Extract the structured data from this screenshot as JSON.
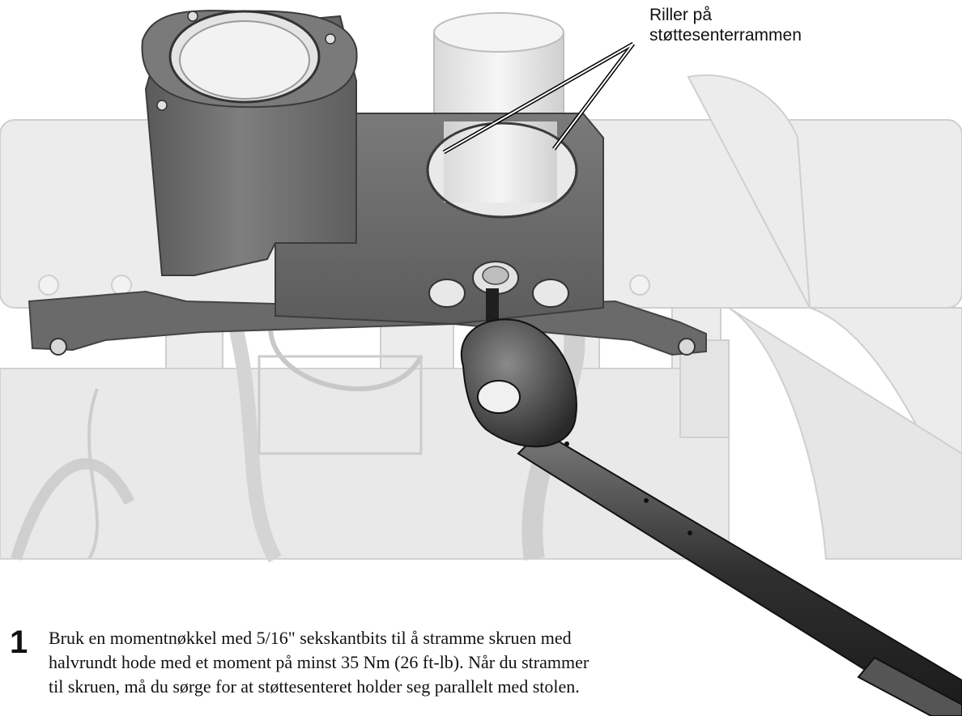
{
  "callout": {
    "line1": "Riller på",
    "line2": "støttesenterrammen"
  },
  "step": {
    "number": "1",
    "lines": [
      "Bruk en momentnøkkel med 5/16\" sekskantbits til å stramme skruen med",
      "halvrundt hode med et moment på minst 35 Nm (26 ft-lb). Når du strammer",
      "til skruen, må du sørge for at støttesenteret holder seg parallelt med stolen."
    ]
  },
  "illustration": {
    "subject": "seat-frame-support-center-with-torque-wrench",
    "colors": {
      "background_parts": "#ececec",
      "part_outline": "#cfcfcf",
      "support_center": "#6e6e6e",
      "support_center_dark": "#4f4f4f",
      "wrench": "#3a3a3a"
    }
  }
}
